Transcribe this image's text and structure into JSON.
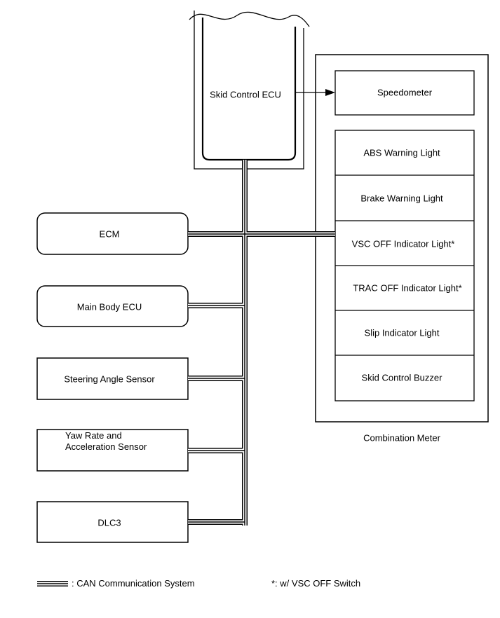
{
  "ecu": {
    "label": "Skid Control ECU"
  },
  "left_components": [
    {
      "id": "ecm",
      "label": "ECM"
    },
    {
      "id": "main-body-ecu",
      "label": "Main Body ECU"
    },
    {
      "id": "steering-angle-sensor",
      "label": "Steering Angle Sensor"
    },
    {
      "id": "yaw-rate-sensor",
      "label": "Yaw Rate and\nAcceleration Sensor"
    },
    {
      "id": "dlc3",
      "label": "DLC3"
    }
  ],
  "combination_meter": {
    "label": "Combination Meter",
    "speedometer": "Speedometer",
    "items": [
      "ABS Warning Light",
      "Brake Warning Light",
      "VSC OFF Indicator Light*",
      "TRAC OFF Indicator Light*",
      "Slip Indicator Light",
      "Skid Control Buzzer"
    ]
  },
  "legend": {
    "can_label": ": CAN Communication System",
    "footnote": "*: w/ VSC OFF Switch"
  }
}
